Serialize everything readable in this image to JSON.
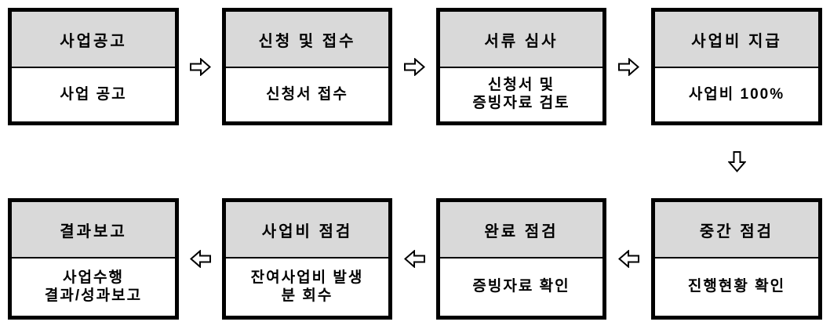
{
  "colors": {
    "box_border": "#000000",
    "header_bg": "#d9d9d9",
    "body_bg": "#ffffff",
    "arrow_fill": "#ffffff",
    "arrow_stroke": "#000000"
  },
  "flow": {
    "top_row": [
      {
        "header": "사업공고",
        "body": "사업 공고"
      },
      {
        "header": "신청 및 접수",
        "body": "신청서 접수"
      },
      {
        "header": "서류 심사",
        "body": "신청서 및\n증빙자료 검토"
      },
      {
        "header": "사업비 지급",
        "body": "사업비 100%"
      }
    ],
    "bottom_row": [
      {
        "header": "결과보고",
        "body": "사업수행\n결과/성과보고"
      },
      {
        "header": "사업비 점검",
        "body": "잔여사업비 발생\n분 회수"
      },
      {
        "header": "완료 점검",
        "body": "증빙자료 확인"
      },
      {
        "header": "중간 점검",
        "body": "진행현황 확인"
      }
    ],
    "arrow_directions": {
      "top_row": "right",
      "row_connector": "down",
      "bottom_row": "left"
    }
  }
}
